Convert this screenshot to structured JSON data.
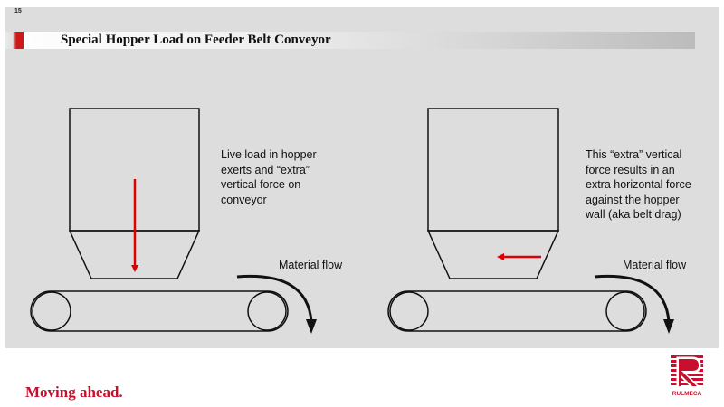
{
  "slide": {
    "number": "15",
    "title": "Special Hopper Load on Feeder Belt Conveyor",
    "tagline": "Moving ahead.",
    "accent_color": "#c8102e",
    "background_color": "#dddddd"
  },
  "left_panel": {
    "description": "Live load in hopper\nexerts and “extra”\nvertical force on\nconveyor",
    "flow_label": "Material flow",
    "force_direction": "down",
    "icons": [
      "hopper-icon",
      "down-arrow-icon",
      "conveyor-belt-icon",
      "curved-flow-arrow-icon"
    ]
  },
  "right_panel": {
    "description": "This “extra” vertical\nforce results in an\nextra horizontal force\nagainst the hopper\nwall (aka belt drag)",
    "flow_label": "Material flow",
    "force_direction": "left",
    "icons": [
      "hopper-icon",
      "left-arrow-icon",
      "conveyor-belt-icon",
      "curved-flow-arrow-icon"
    ]
  },
  "logo": {
    "text": "RULMECA",
    "icon": "rulmeca-logo-icon"
  }
}
